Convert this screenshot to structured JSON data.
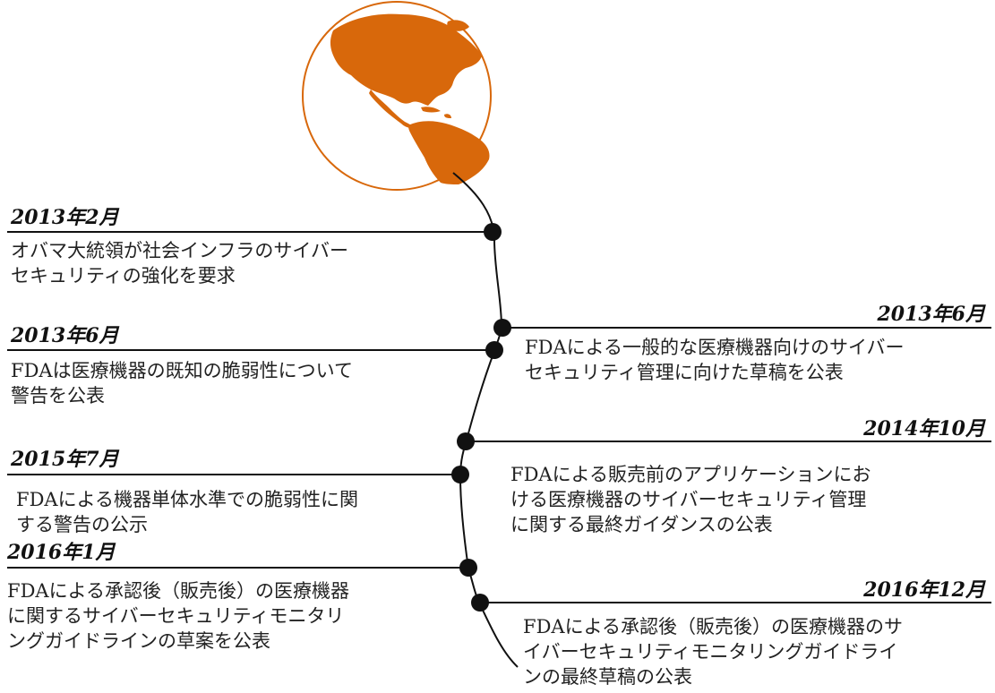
{
  "accent_color": "#d8680b",
  "icon": "globe-americas-icon",
  "events": [
    {
      "date": "2013年2月",
      "side": "left",
      "text": "オバマ大統領が社会インフラのサイバー\nセキュリティの強化を要求"
    },
    {
      "date": "2013年6月",
      "side": "right",
      "text": "FDAによる一般的な医療機器向けのサイバー\nセキュリティ管理に向けた草稿を公表"
    },
    {
      "date": "2013年6月",
      "side": "left",
      "text": "FDAは医療機器の既知の脆弱性について\n警告を公表"
    },
    {
      "date": "2014年10月",
      "side": "right",
      "text": "FDAによる販売前のアプリケーションにお\nける医療機器のサイバーセキュリティ管理\nに関する最終ガイダンスの公表"
    },
    {
      "date": "2015年7月",
      "side": "left",
      "text": "FDAによる機器単体水準での脆弱性に関\nする警告の公示"
    },
    {
      "date": "2016年1月",
      "side": "left",
      "text": "FDAによる承認後（販売後）の医療機器\nに関するサイバーセキュリティモニタリ\nングガイドラインの草案を公表"
    },
    {
      "date": "2016年12月",
      "side": "right",
      "text": "FDAによる承認後（販売後）の医療機器のサ\nイバーセキュリティモニタリングガイドライ\nンの最終草稿の公表"
    }
  ]
}
